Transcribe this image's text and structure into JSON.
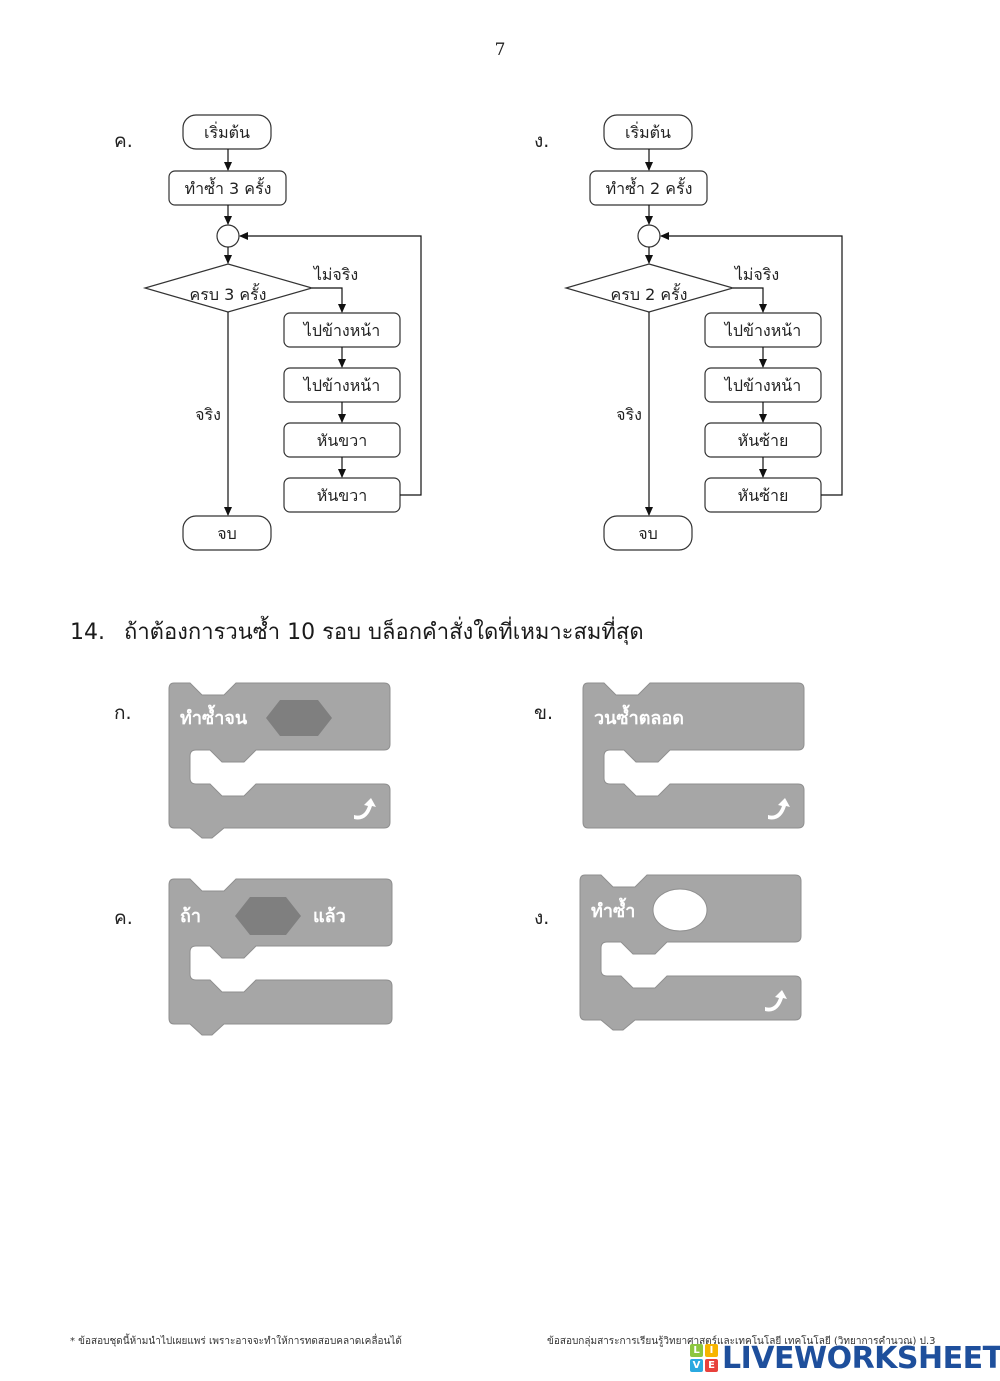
{
  "page": {
    "number": "7"
  },
  "flowcharts": [
    {
      "label": "ค.",
      "start": "เริ่มต้น",
      "repeat": "ทำซ้ำ 3 ครั้ง",
      "condition": "ครบ 3 ครั้ง",
      "false_label": "ไม่จริง",
      "true_label": "จริง",
      "steps": [
        "ไปข้างหน้า",
        "ไปข้างหน้า",
        "หันขวา",
        "หันขวา"
      ],
      "end": "จบ"
    },
    {
      "label": "ง.",
      "start": "เริ่มต้น",
      "repeat": "ทำซ้ำ 2 ครั้ง",
      "condition": "ครบ 2 ครั้ง",
      "false_label": "ไม่จริง",
      "true_label": "จริง",
      "steps": [
        "ไปข้างหน้า",
        "ไปข้างหน้า",
        "หันซ้าย",
        "หันซ้าย"
      ],
      "end": "จบ"
    }
  ],
  "question": {
    "number": "14.",
    "text": "ถ้าต้องการวนซ้ำ 10 รอบ บล็อกคำสั่งใดที่เหมาะสมที่สุด"
  },
  "blocks": [
    {
      "label": "ก.",
      "text": "ทำซ้ำจน",
      "slot": "hexagon",
      "text_after": "",
      "loop_arrow": true
    },
    {
      "label": "ข.",
      "text": "วนซ้ำตลอด",
      "slot": "none",
      "text_after": "",
      "loop_arrow": true
    },
    {
      "label": "ค.",
      "text": "ถ้า",
      "slot": "hexagon",
      "text_after": "แล้ว",
      "loop_arrow": false
    },
    {
      "label": "ง.",
      "text": "ทำซ้ำ",
      "slot": "oval",
      "text_after": "",
      "loop_arrow": true
    }
  ],
  "colors": {
    "block_fill": "#a6a6a6",
    "block_stroke": "#8f8f8f",
    "hex_fill": "#7f7f7f",
    "logo_blue": "#1e4f9c"
  },
  "footer": {
    "left": "* ข้อสอบชุดนี้ห้ามนำไปเผยแพร่ เพราะอาจจะทำให้การทดสอบคลาดเคลื่อนได้",
    "right": "ข้อสอบกลุ่มสาระการเรียนรู้วิทยาศาสตร์และเทคโนโลยี เทคโนโลยี (วิทยาการคำนวณ) ป.3",
    "logo": {
      "letters": [
        "L",
        "I",
        "V",
        "E"
      ],
      "text": "LIVEWORKSHEETS"
    }
  }
}
